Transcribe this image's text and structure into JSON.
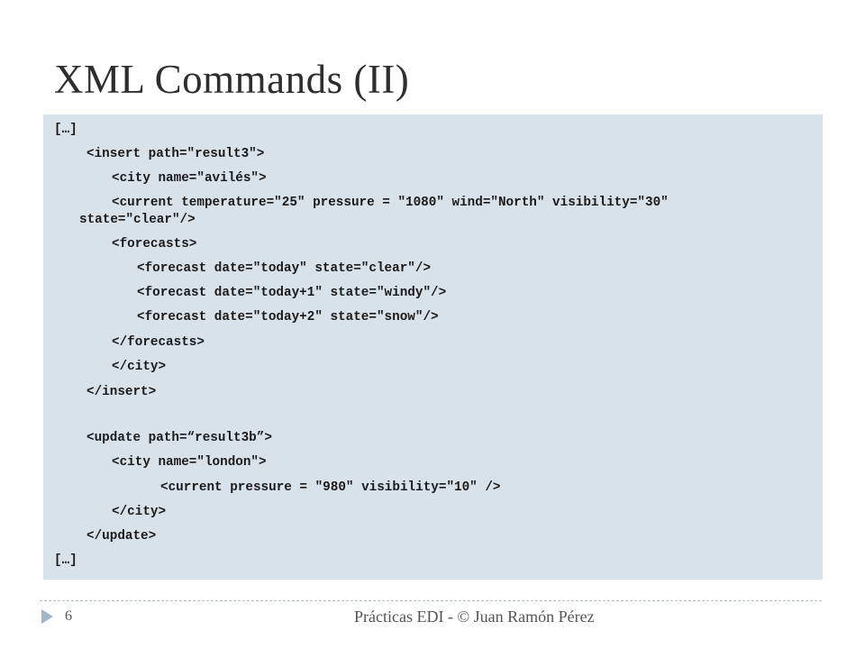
{
  "slide": {
    "title": "XML Commands (II)",
    "page_number": "6",
    "footer": "Prácticas EDI - © Juan Ramón Pérez"
  },
  "code": {
    "lines": [
      "[…]",
      "<insert path=\"result3\">",
      "<city name=\"avilés\">",
      "<current temperature=\"25\" pressure = \"1080\" wind=\"North\" visibility=\"30\"",
      "state=\"clear\"/>",
      "<forecasts>",
      "<forecast date=\"today\" state=\"clear\"/>",
      "<forecast date=\"today+1\" state=\"windy\"/>",
      "<forecast date=\"today+2\" state=\"snow\"/>",
      "</forecasts>",
      "</city>",
      "</insert>",
      "<update path=“result3b”>",
      "<city name=\"london\">",
      "<current pressure = \"980\" visibility=\"10\" />",
      "</city>",
      "</update>",
      "[…]"
    ]
  },
  "colors": {
    "panel_background": "#d8e2eb",
    "bullet": "#a3b7c9",
    "title_text": "#2e2e2e"
  },
  "icons": {
    "footer_bullet": "triangle-bullet-icon"
  }
}
